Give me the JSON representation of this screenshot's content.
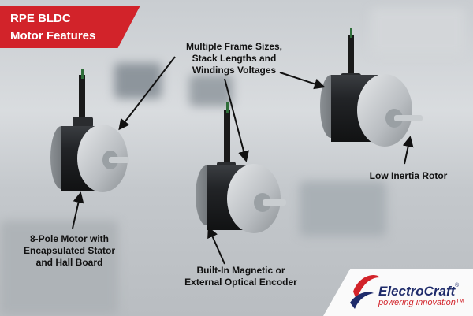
{
  "banner": {
    "line1": "RPE BLDC",
    "line2": "Motor Features"
  },
  "labels": {
    "frame_sizes": [
      "Multiple Frame Sizes,",
      "Stack Lengths and",
      "Windings Voltages"
    ],
    "low_inertia": "Low Inertia Rotor",
    "eight_pole": [
      "8-Pole Motor with",
      "Encapsulated Stator",
      "and Hall Board"
    ],
    "encoder": [
      "Built-In Magnetic or",
      "External Optical Encoder"
    ]
  },
  "logo": {
    "name": "ElectroCraft",
    "reg": "®",
    "tagline": "powering innovation™"
  },
  "colors": {
    "accent": "#d2232a",
    "brand_blue": "#1e2b6b"
  }
}
